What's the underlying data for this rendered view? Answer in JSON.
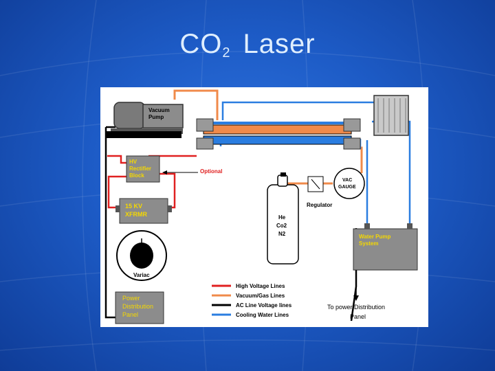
{
  "slide": {
    "title_main": "CO",
    "title_sub": "2",
    "title_rest": "Laser"
  },
  "diagram": {
    "labels": {
      "vacuum_pump_1": "Vacuum",
      "vacuum_pump_2": "Pump",
      "hv_1": "HV",
      "hv_2": "Rectifier",
      "hv_3": "Block",
      "optional": "Optional",
      "xfrmr_1": "15 KV",
      "xfrmr_2": "XFRMR",
      "variac": "Variac",
      "power_1": "Power",
      "power_2": "Distribution",
      "power_3": "Panel",
      "gas_1": "He",
      "gas_2": "Co2",
      "gas_3": "N2",
      "regulator": "Regulator",
      "vac_gauge_1": "VAC",
      "vac_gauge_2": "GAUGE",
      "water_pump_1": "Water Pump",
      "water_pump_2": "System",
      "to_power_1": "To power Distribution",
      "to_power_2": "Panel"
    },
    "legend": [
      {
        "label": "High Voltage Lines",
        "color": "#e02020"
      },
      {
        "label": "Vacuum/Gas Lines",
        "color": "#f08a4a"
      },
      {
        "label": "AC Line Voltage lines",
        "color": "#000000"
      },
      {
        "label": "Cooling Water Lines",
        "color": "#2a7de0"
      }
    ],
    "colors": {
      "high_voltage": "#e02020",
      "vacuum_gas": "#f08a4a",
      "ac_line": "#000000",
      "cooling_water": "#2a7de0",
      "component_gray": "#8c8c8c",
      "label_yellow": "#f5d800"
    }
  }
}
